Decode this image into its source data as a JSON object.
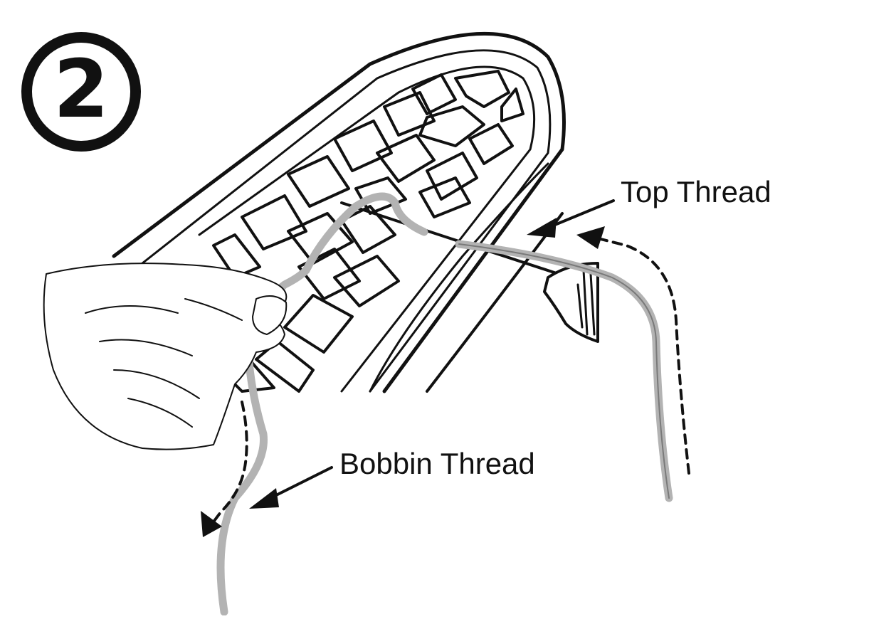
{
  "step": {
    "number": "2"
  },
  "labels": {
    "top_thread": "Top Thread",
    "bobbin_thread": "Bobbin Thread"
  },
  "colors": {
    "line": "#111111",
    "thread": "#b3b3b3",
    "background": "#ffffff"
  }
}
